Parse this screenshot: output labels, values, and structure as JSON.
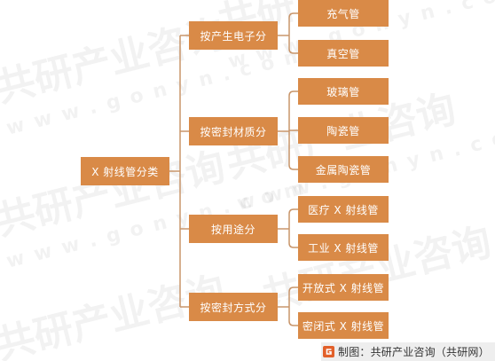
{
  "root": {
    "label": "X 射线管分类"
  },
  "categories": [
    {
      "label": "按产生电子分",
      "children": [
        "充气管",
        "真空管"
      ]
    },
    {
      "label": "按密封材质分",
      "children": [
        "玻璃管",
        "陶瓷管",
        "金属陶瓷管"
      ]
    },
    {
      "label": "按用途分",
      "children": [
        "医疗 X 射线管",
        "工业 X 射线管"
      ]
    },
    {
      "label": "按密封方式分",
      "children": [
        "开放式 X 射线管",
        "密闭式 X 射线管"
      ]
    }
  ],
  "watermark": {
    "brand": "共研产业咨询",
    "url": "w w w . g o n y n . c o m"
  },
  "footer": {
    "text": "制图：共研产业咨询（共研网）"
  },
  "colors": {
    "box": "#d98a47",
    "line": "#c8956a"
  }
}
